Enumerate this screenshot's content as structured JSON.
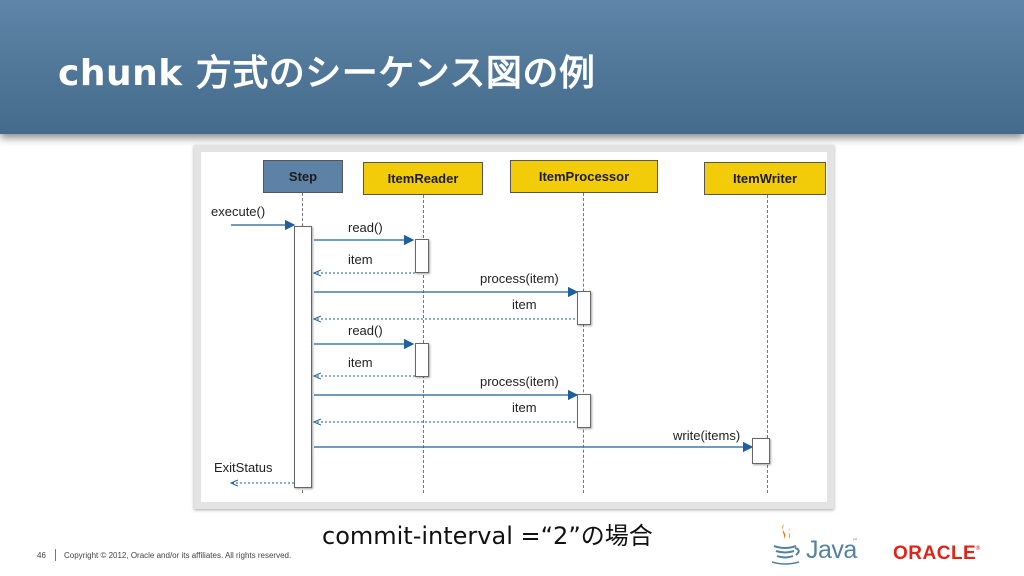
{
  "slide": {
    "title": "chunk 方式のシーケンス図の例",
    "caption": "commit-interval =“2”の場合",
    "page_number": "46",
    "copyright": "Copyright © 2012, Oracle and/or its affiliates. All rights reserved.",
    "java_logo_text": "Java",
    "java_tm": "™",
    "oracle_logo_text": "ORACLE",
    "oracle_r": "®"
  },
  "diagram": {
    "participants": [
      "Step",
      "ItemReader",
      "ItemProcessor",
      "ItemWriter"
    ],
    "messages": [
      {
        "label": "execute()",
        "kind": "call"
      },
      {
        "label": "read()",
        "kind": "call"
      },
      {
        "label": "item",
        "kind": "return"
      },
      {
        "label": "process(item)",
        "kind": "call"
      },
      {
        "label": "item",
        "kind": "return"
      },
      {
        "label": "read()",
        "kind": "call"
      },
      {
        "label": "item",
        "kind": "return"
      },
      {
        "label": "process(item)",
        "kind": "call"
      },
      {
        "label": "item",
        "kind": "return"
      },
      {
        "label": "write(items)",
        "kind": "call"
      },
      {
        "label": "ExitStatus",
        "kind": "return"
      }
    ],
    "colors": {
      "step_box": "#5e82a6",
      "component_box": "#f3cc09",
      "header_bar": "#4f7697",
      "oracle_red": "#e2231a",
      "java_blue": "#5382a1"
    }
  }
}
